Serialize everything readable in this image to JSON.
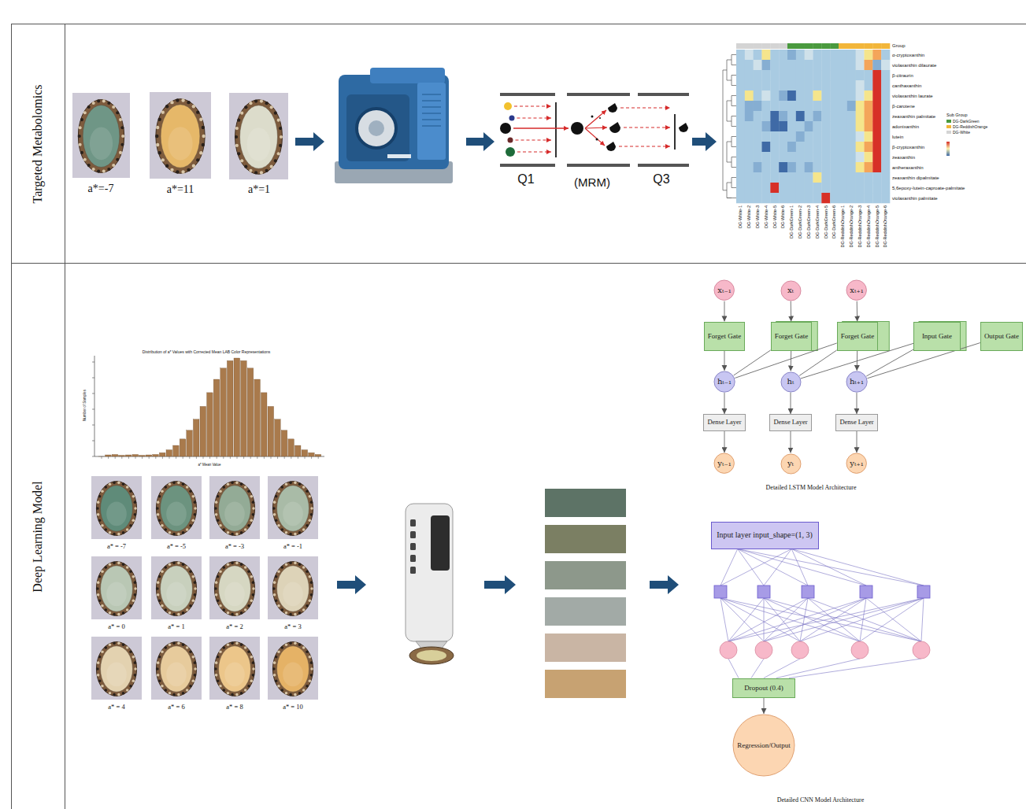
{
  "diagram": {
    "nodes": [
      {
        "text": [
          "Targeted Metabolomics"
        ]
      },
      {
        "text": [
          "Deep Learning Model"
        ]
      },
      {
        "text": [
          "xₜ₋₁"
        ],
        "in": 1
      },
      {
        "text": [
          "xₜ"
        ],
        "in": 1
      },
      {
        "text": [
          "xₜ₊₁"
        ],
        "in": 1
      },
      {
        "text": [
          "Forget Gate"
        ],
        "in": 1
      },
      {
        "text": [
          "Forget Gate"
        ],
        "in": 1
      },
      {
        "text": [
          "Forget Gate"
        ],
        "in": 1
      },
      {
        "text": [
          "Input Gate"
        ],
        "in": 1
      },
      {
        "text": [
          "Output Gate"
        ],
        "in": 1
      },
      {
        "text": [
          "hₜ₋₁"
        ],
        "in": 1
      },
      {
        "text": [
          "hₜ"
        ],
        "in": 1
      },
      {
        "text": [
          "hₜ₊₁"
        ],
        "in": 1
      },
      {
        "text": [
          "Dense Layer"
        ],
        "in": 1
      },
      {
        "text": [
          "Dense Layer"
        ],
        "in": 1
      },
      {
        "text": [
          "Dense Layer"
        ],
        "in": 1
      },
      {
        "text": [
          "yₜ₋₁"
        ],
        "in": 1
      },
      {
        "text": [
          "yₜ"
        ],
        "in": 1
      },
      {
        "text": [
          "yₜ₊₁"
        ],
        "in": 1
      },
      {
        "text": [
          "Input layer input_shape=(1, 3)"
        ],
        "in": 1
      },
      {
        "text": [
          "Dropout (0.4)"
        ],
        "in": 1
      },
      {
        "text": [
          "Regression/Output"
        ],
        "in": 1
      }
    ],
    "edges": [
      {
        "from": 2,
        "to": 5,
        "arrow": "to"
      },
      {
        "from": 3,
        "to": 6,
        "arrow": "to"
      },
      {
        "from": 4,
        "to": 7,
        "arrow": "to"
      },
      {
        "from": 5,
        "to": 10,
        "arrow": "to"
      },
      {
        "from": 6,
        "to": 11,
        "arrow": "to"
      },
      {
        "from": 7,
        "to": 12,
        "arrow": "to"
      },
      {
        "from": 10,
        "to": 13,
        "arrow": "to"
      },
      {
        "from": 11,
        "to": 14,
        "arrow": "to"
      },
      {
        "from": 12,
        "to": 15,
        "arrow": "to"
      },
      {
        "from": 13,
        "to": 16,
        "arrow": "to"
      },
      {
        "from": 14,
        "to": 17,
        "arrow": "to"
      },
      {
        "from": 15,
        "to": 18,
        "arrow": "to"
      },
      {
        "from": 6,
        "to": 10,
        "arrow": "none"
      },
      {
        "from": 7,
        "to": 10,
        "arrow": "none"
      },
      {
        "from": 7,
        "to": 11,
        "arrow": "none"
      },
      {
        "from": 8,
        "to": 11,
        "arrow": "none"
      },
      {
        "from": 8,
        "to": 12,
        "arrow": "none"
      },
      {
        "from": 9,
        "to": 12,
        "arrow": "none"
      },
      {
        "from": 20,
        "to": 21,
        "arrow": "to"
      }
    ],
    "labels": [
      "a*=-7",
      "a*=11",
      "a*=1",
      "Q1",
      "(MRM)",
      "Q3",
      "Group",
      "α-cryptoxanthin",
      "violaxanthin dilaurate",
      "β-citraurin",
      "canthaxanthin",
      "violaxanthin laurate",
      "β-carotene",
      "zeaxanthin palmitate",
      "adonixanthin",
      "lutein",
      "β-cryptoxanthin",
      "zeaxanthin",
      "antheraxanthin",
      "zeaxanthin dipalmitate",
      "5,6epoxy-lutein-caproate-palmitate",
      "violaxanthin palmitate",
      "DG-White-1",
      "DG-White-2",
      "DG-White-3",
      "DG-White-4",
      "DG-White-5",
      "DG-White-6",
      "DG-DarkGreen-1",
      "DG-DarkGreen-2",
      "DG-DarkGreen-3",
      "DG-DarkGreen-4",
      "DG-DarkGreen-5",
      "DG-DarkGreen-6",
      "DG-ReddishOrange-1",
      "DG-ReddishOrange-2",
      "DG-ReddishOrange-3",
      "DG-ReddishOrange-4",
      "DG-ReddishOrange-5",
      "DG-ReddishOrange-6",
      "Sub Group",
      "Distribution of a* Values with Corrected Mean LAB Color Representations",
      "Number of Samples",
      "a* Mean Value",
      "a* = -7",
      "a* = -5",
      "a* = -3",
      "a* = -1",
      "a* = 0",
      "a* = 1",
      "a* = 2",
      "a* = 3",
      "a* = 4",
      "a* = 6",
      "a* = 8",
      "a* = 10",
      "Detailed LSTM Model Architecture",
      "Detailed CNN Model Architecture"
    ],
    "legend": [
      {
        "text": "DG-DarkGreen",
        "color": "#4a9a3e"
      },
      {
        "text": "DG-ReddishOrange",
        "color": "#f2b63a"
      },
      {
        "text": "DG-White",
        "color": "#d4d4d4"
      }
    ]
  }
}
